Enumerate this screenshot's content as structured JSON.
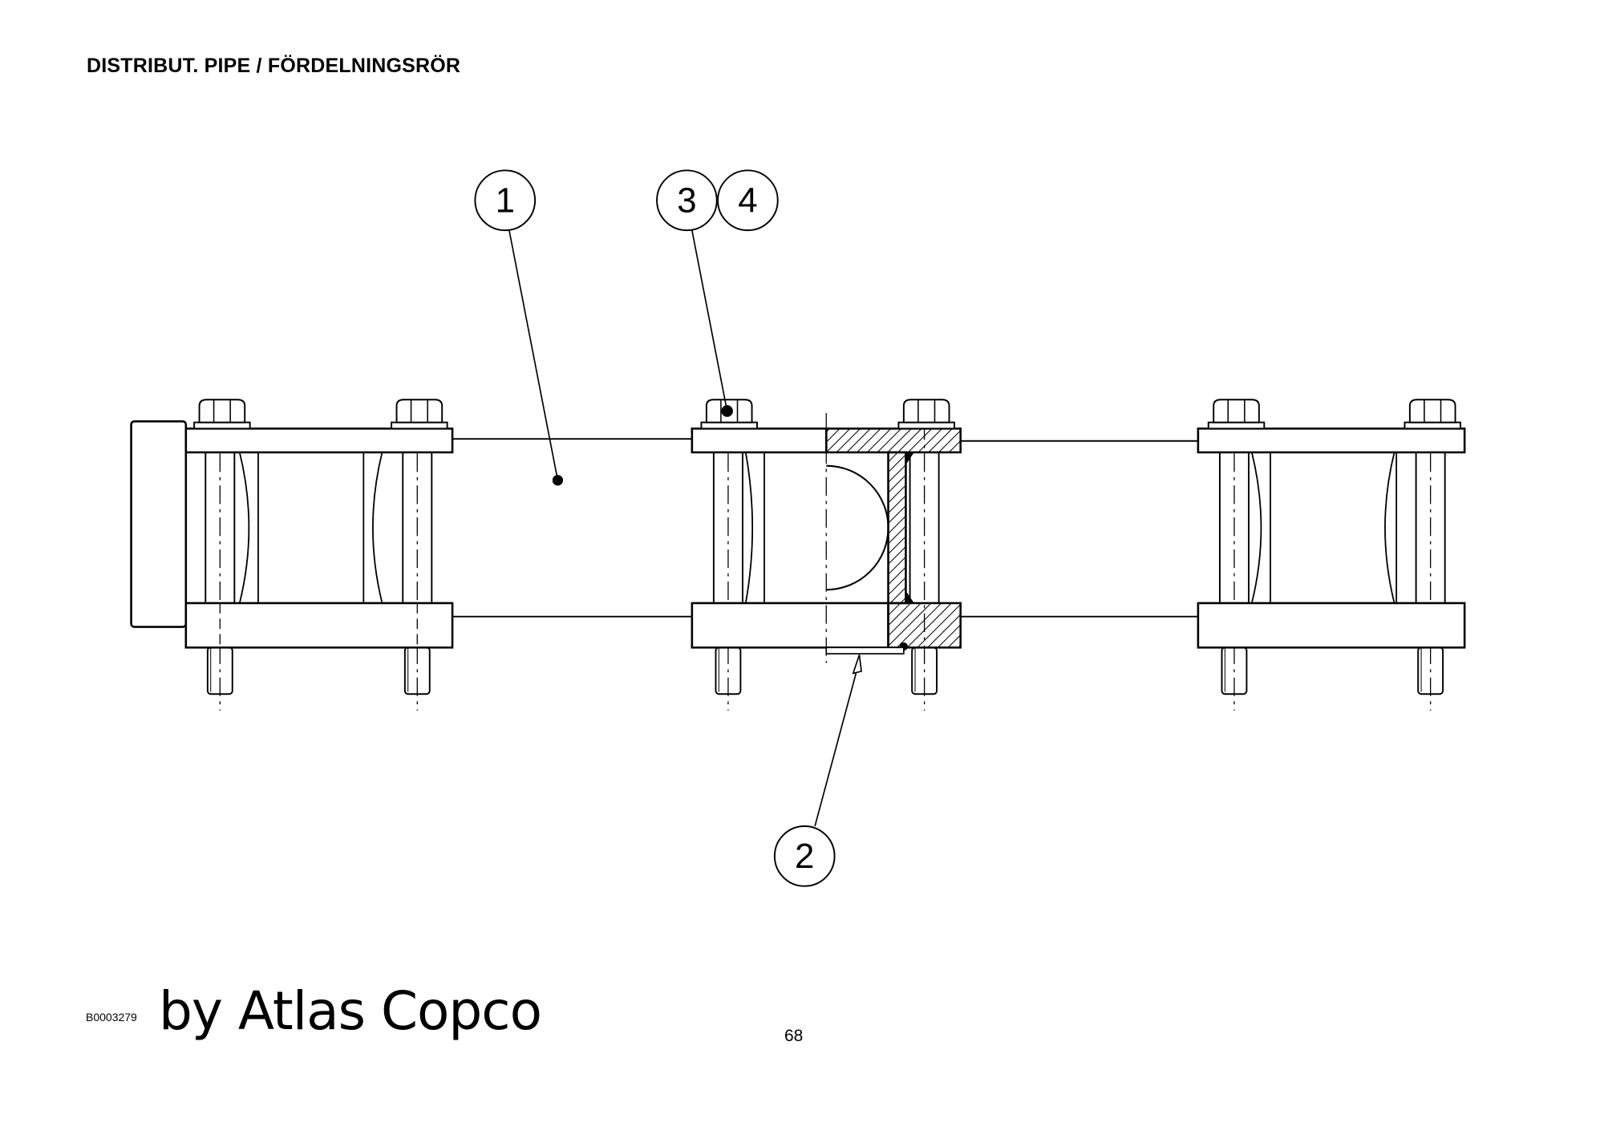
{
  "page": {
    "title": "DISTRIBUT. PIPE / FÖRDELNINGSRÖR",
    "drawing_id": "B0003279",
    "watermark": "by Atlas Copco",
    "page_number": "68"
  },
  "drawing": {
    "callouts": [
      {
        "label": "1"
      },
      {
        "label": "2"
      },
      {
        "label": "3"
      },
      {
        "label": "4"
      }
    ]
  }
}
